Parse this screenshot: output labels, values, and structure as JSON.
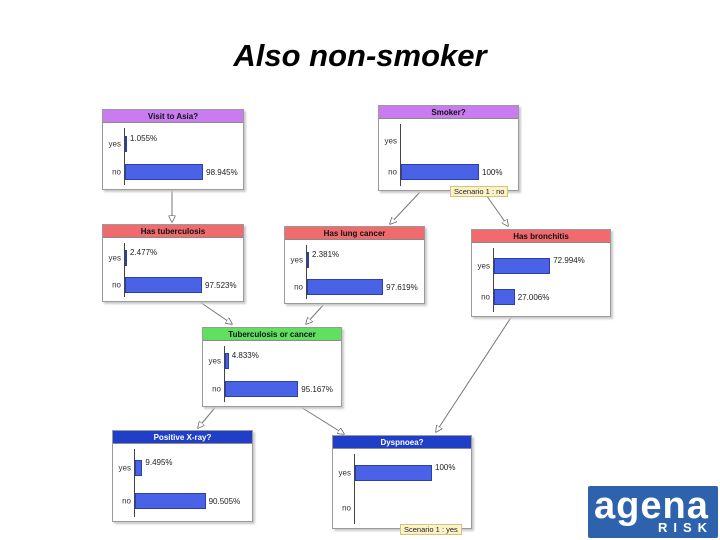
{
  "slide": {
    "title": "Also non-smoker"
  },
  "colors": {
    "bar": "#4a63e6",
    "pink": "#f06a6e",
    "purple": "#c87cf0",
    "green": "#60e060",
    "blue": "#1f3fc8"
  },
  "nodes": {
    "visit_asia": {
      "title": "Visit to Asia?",
      "yes_label": "yes",
      "no_label": "no",
      "yes_value": "1.055%",
      "no_value": "98.945%",
      "yes": 1.055,
      "no": 98.945
    },
    "smoker": {
      "title": "Smoker?",
      "yes_label": "yes",
      "no_label": "no",
      "yes_value": "",
      "no_value": "100%",
      "yes": 0,
      "no": 100,
      "scenario": "Scenario 1 : no"
    },
    "tuberculosis": {
      "title": "Has tuberculosis",
      "yes_label": "yes",
      "no_label": "no",
      "yes_value": "2.477%",
      "no_value": "97.523%",
      "yes": 2.477,
      "no": 97.523
    },
    "lung_cancer": {
      "title": "Has lung cancer",
      "yes_label": "yes",
      "no_label": "no",
      "yes_value": "2.381%",
      "no_value": "97.619%",
      "yes": 2.381,
      "no": 97.619
    },
    "bronchitis": {
      "title": "Has bronchitis",
      "yes_label": "yes",
      "no_label": "no",
      "yes_value": "72.994%",
      "no_value": "27.006%",
      "yes": 72.994,
      "no": 27.006
    },
    "tb_or_cancer": {
      "title": "Tuberculosis or cancer",
      "yes_label": "yes",
      "no_label": "no",
      "yes_value": "4.833%",
      "no_value": "95.167%",
      "yes": 4.833,
      "no": 95.167
    },
    "xray": {
      "title": "Positive X-ray?",
      "yes_label": "yes",
      "no_label": "no",
      "yes_value": "9.495%",
      "no_value": "90.505%",
      "yes": 9.495,
      "no": 90.505
    },
    "dyspnoea": {
      "title": "Dyspnoea?",
      "yes_label": "yes",
      "no_label": "no",
      "yes_value": "100%",
      "no_value": "",
      "yes": 100,
      "no": 0,
      "scenario": "Scenario 1 : yes"
    }
  },
  "logo": {
    "word1": "agena",
    "word2": "RISK"
  }
}
